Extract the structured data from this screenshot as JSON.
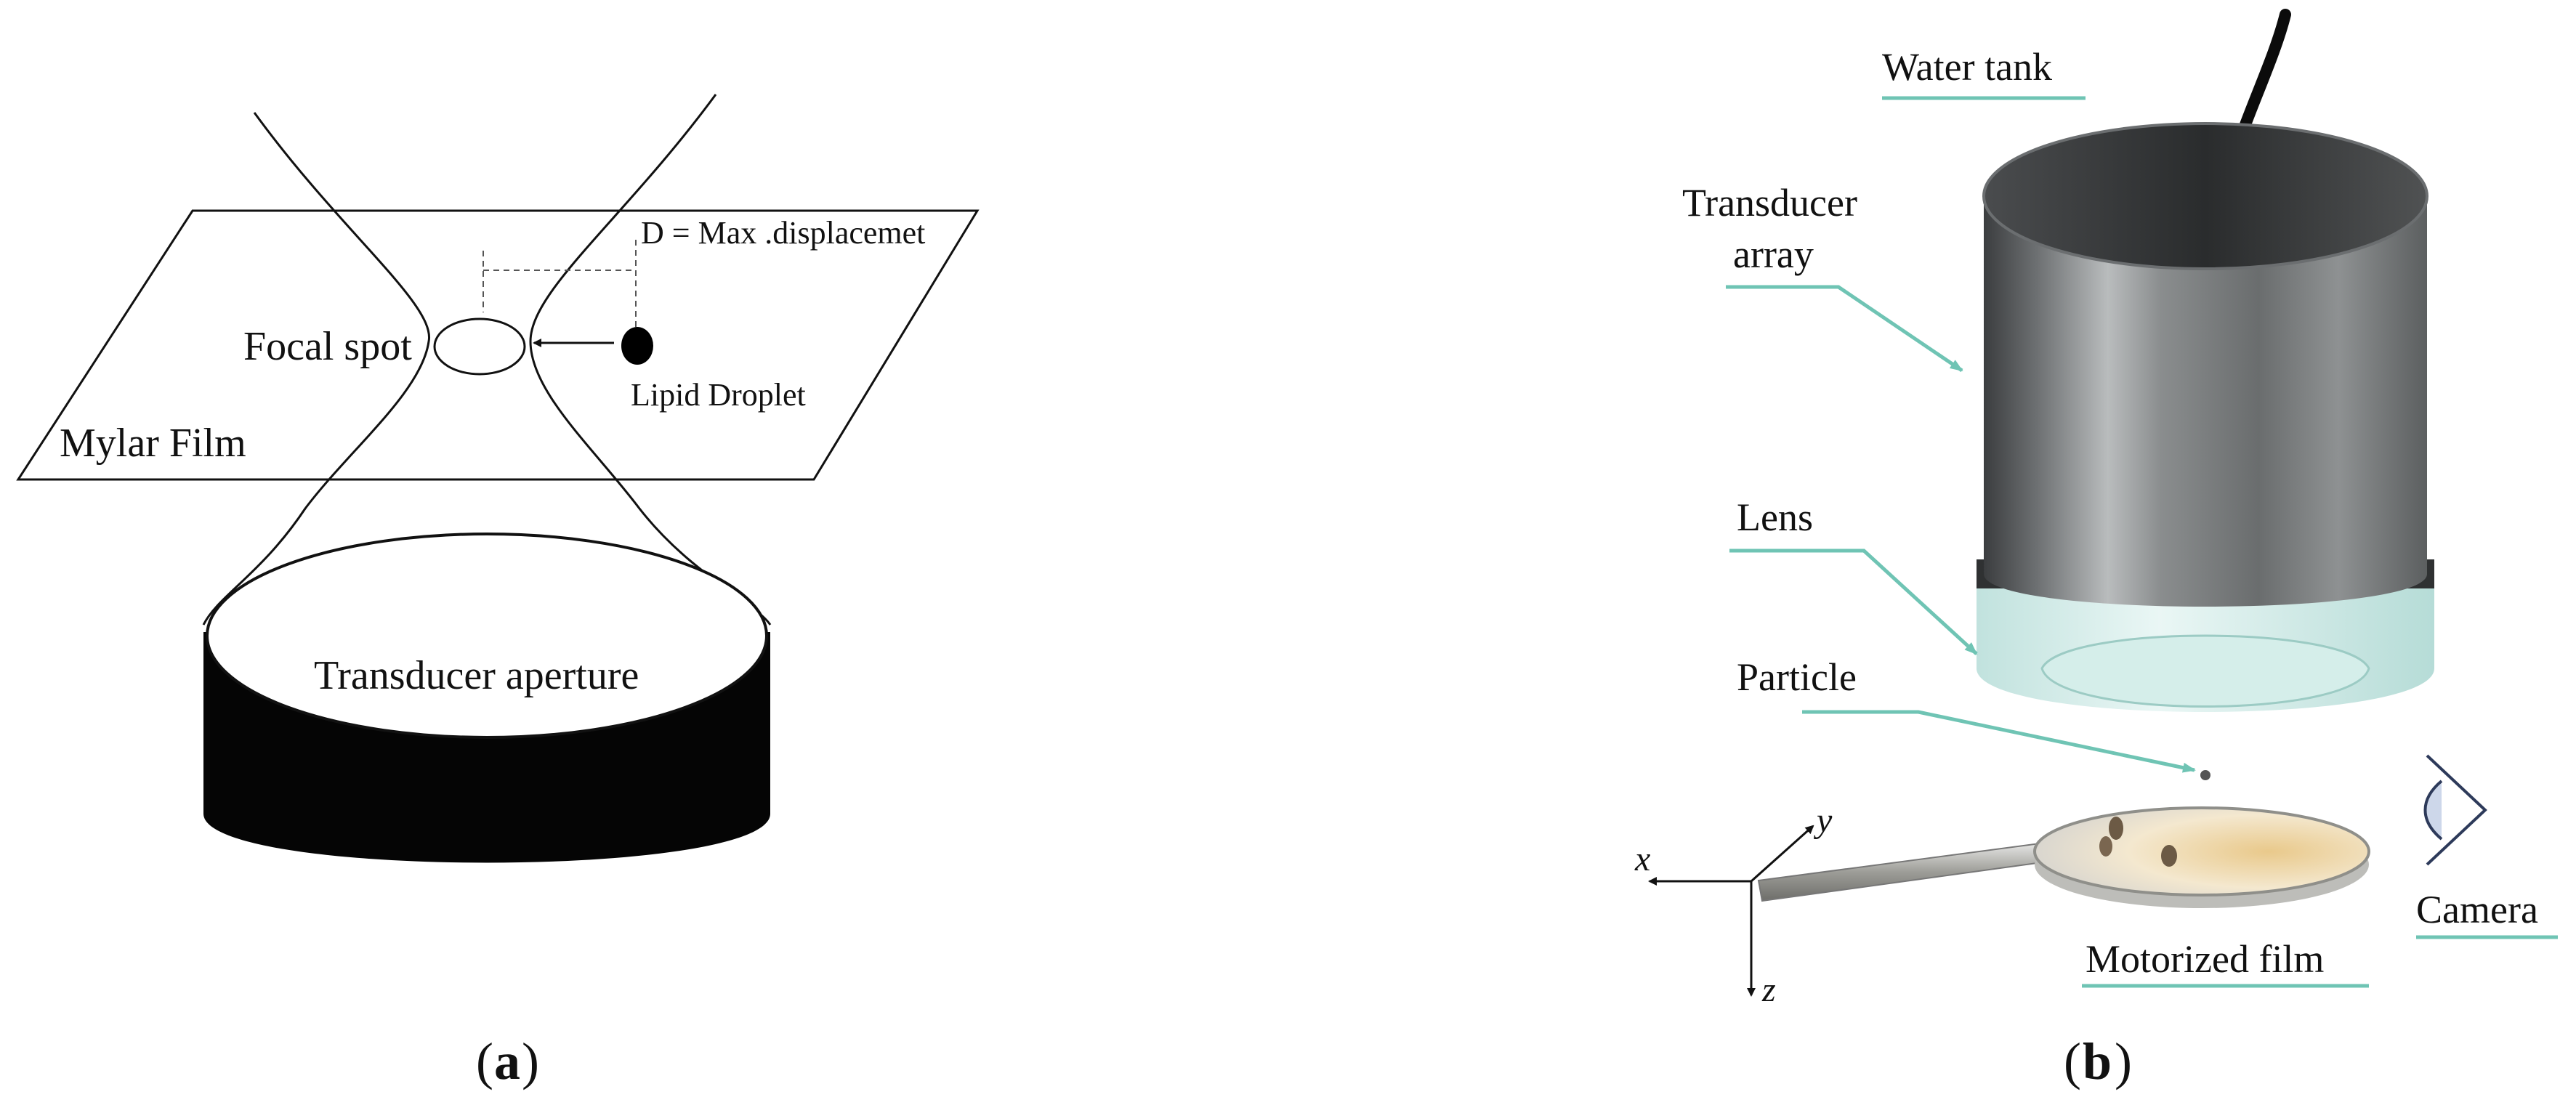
{
  "panel_a": {
    "caption_letter": "a",
    "labels": {
      "max_displacement": "D = Max .displacemet",
      "focal_spot": "Focal spot",
      "lipid_droplet": "Lipid Droplet",
      "mylar_film": "Mylar Film",
      "transducer_aperture": "Transducer aperture"
    }
  },
  "panel_b": {
    "caption_letter": "b",
    "labels": {
      "water_tank": "Water tank",
      "transducer_line1": "Transducer",
      "transducer_line2": "array",
      "lens": "Lens",
      "particle": "Particle",
      "camera": "Camera",
      "motorized_film": "Motorized film"
    },
    "axes": {
      "x": "x",
      "y": "y",
      "z": "z"
    },
    "colors": {
      "leader": "#6fc4b4",
      "underline": "#6fc4b4"
    }
  }
}
